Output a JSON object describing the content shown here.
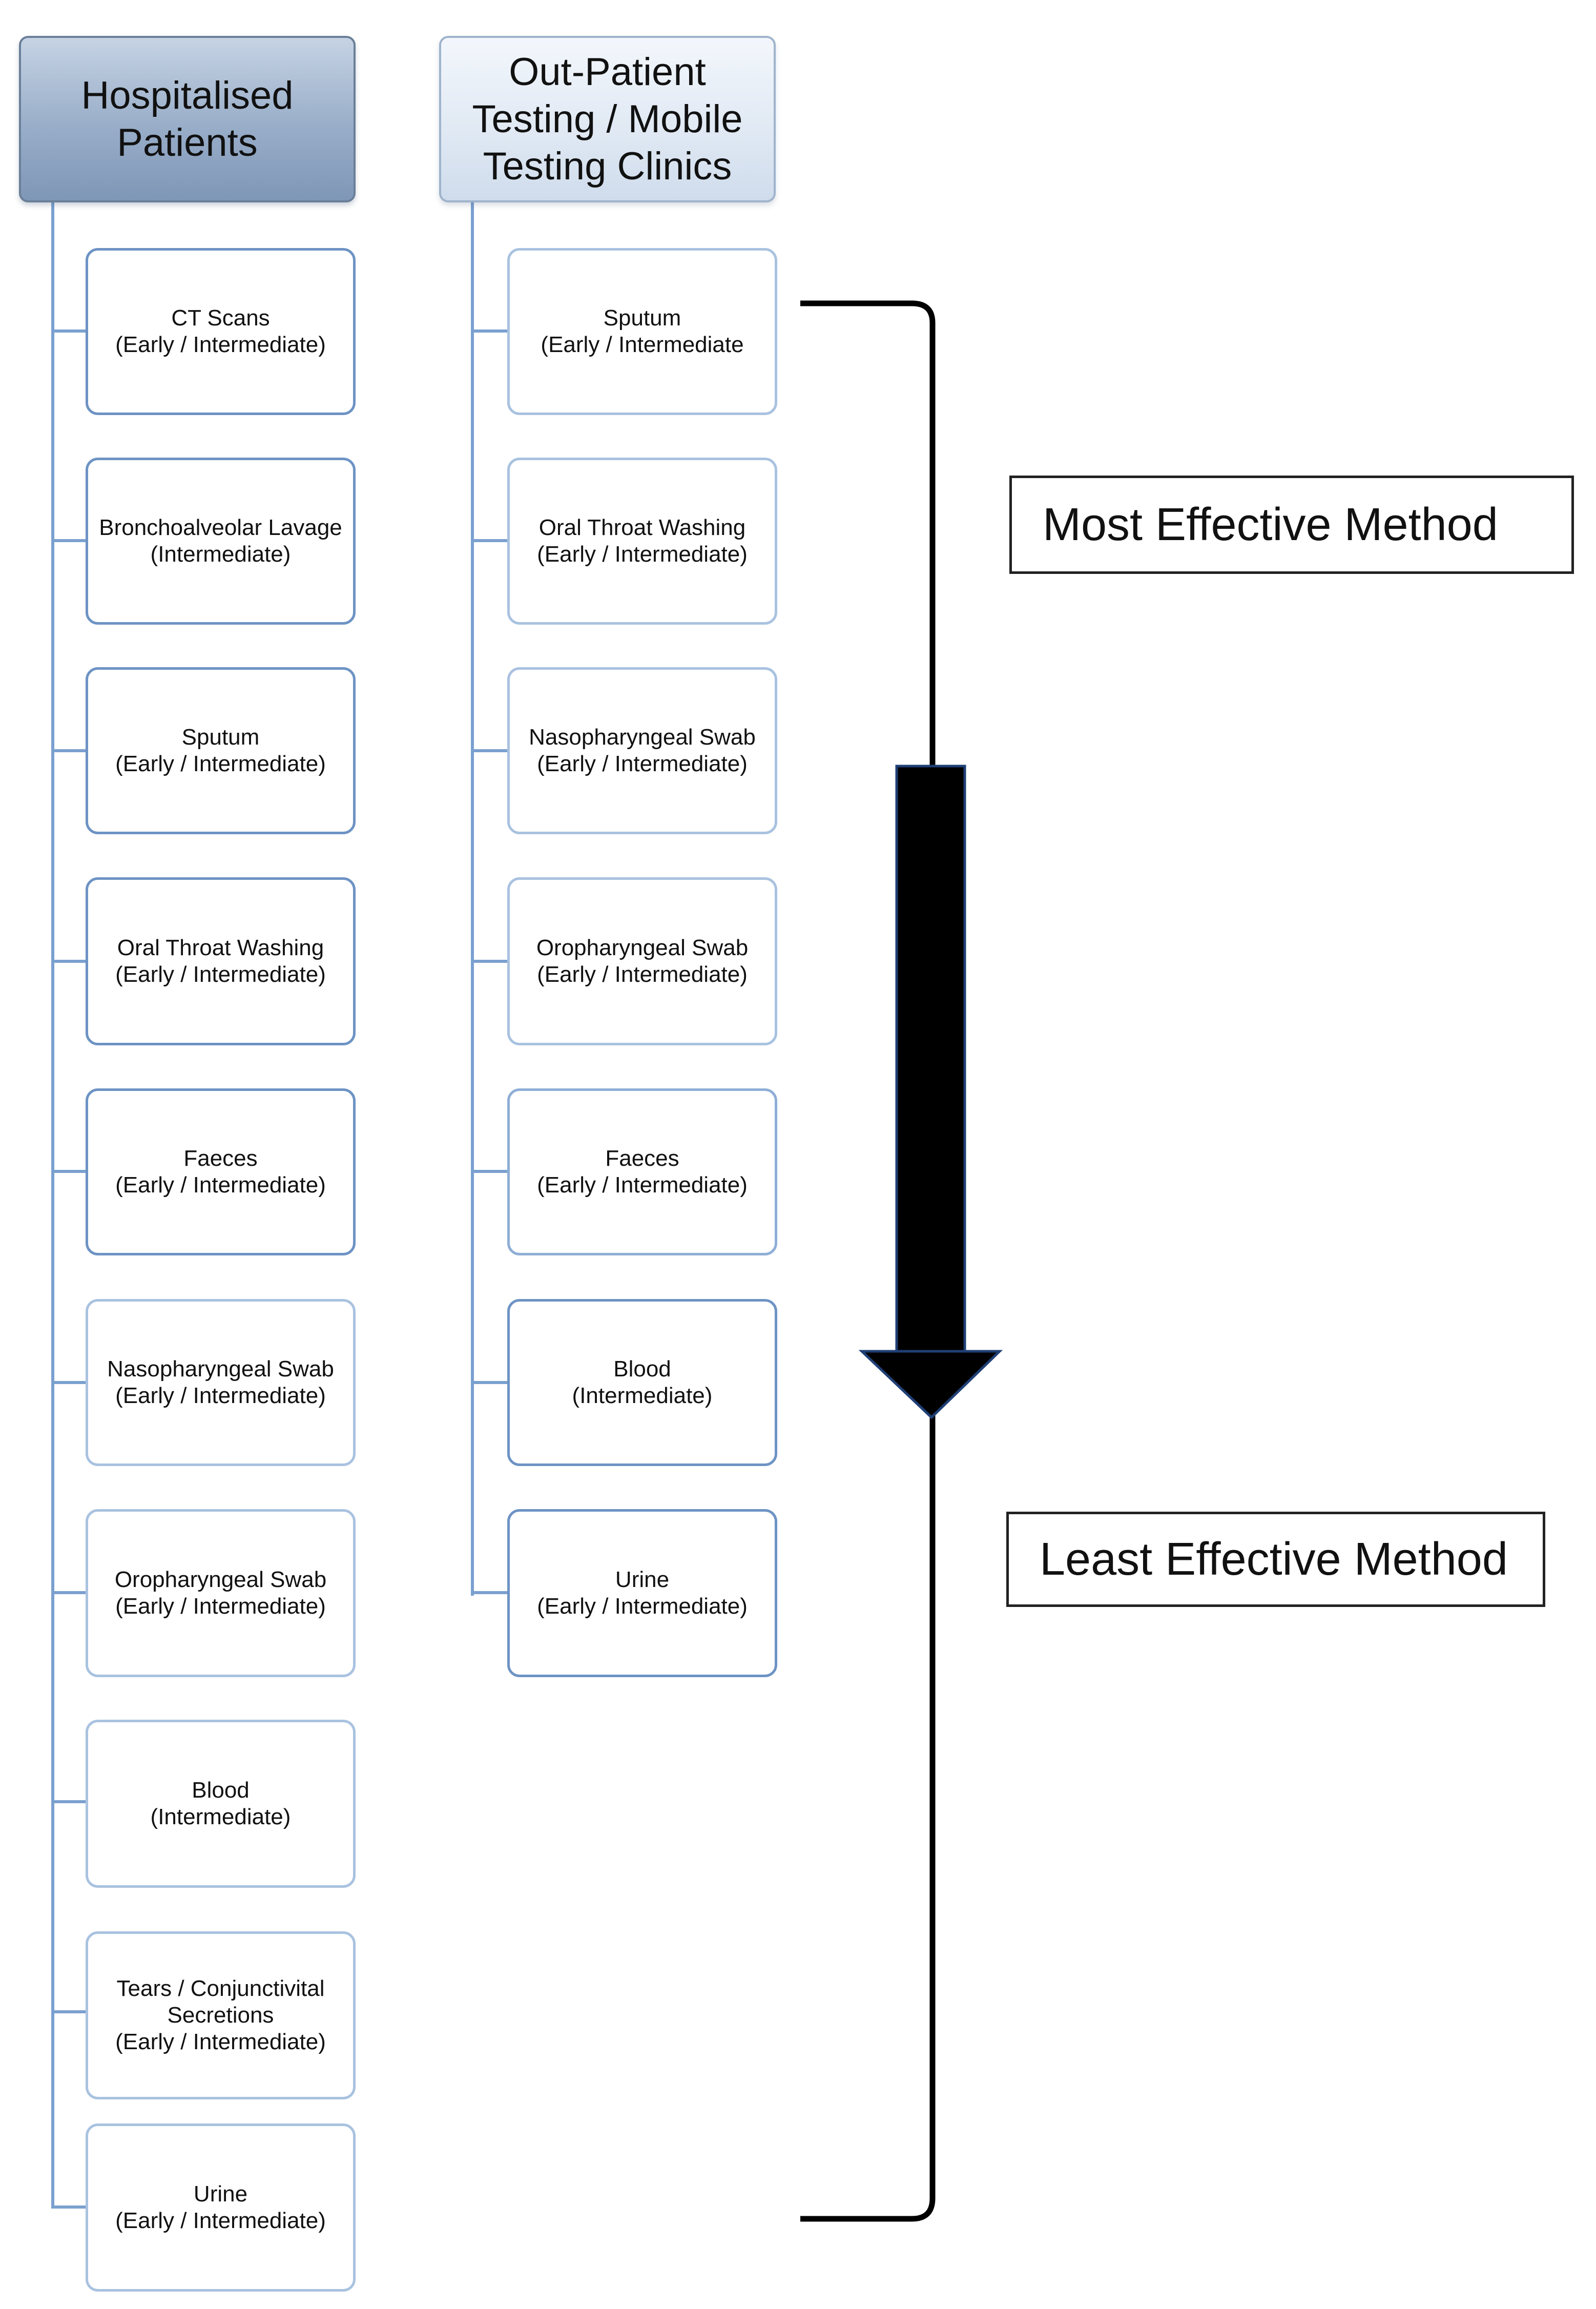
{
  "hospitalised": {
    "title": "Hospitalised\nPatients",
    "items": [
      {
        "label": "CT Scans\n(Early / Intermediate)"
      },
      {
        "label": "Bronchoalveolar Lavage\n(Intermediate)"
      },
      {
        "label": "Sputum\n(Early / Intermediate)"
      },
      {
        "label": "Oral Throat Washing\n(Early / Intermediate)"
      },
      {
        "label": "Faeces\n(Early / Intermediate)"
      },
      {
        "label": "Nasopharyngeal Swab\n(Early / Intermediate)"
      },
      {
        "label": "Oropharyngeal Swab\n(Early / Intermediate)"
      },
      {
        "label": "Blood\n(Intermediate)"
      },
      {
        "label": "Tears / Conjunctivital\nSecretions\n(Early / Intermediate)"
      },
      {
        "label": "Urine\n(Early / Intermediate)"
      }
    ]
  },
  "outpatient": {
    "title": "Out-Patient\nTesting / Mobile\nTesting Clinics",
    "items": [
      {
        "label": "Sputum\n(Early / Intermediate"
      },
      {
        "label": "Oral Throat Washing\n(Early / Intermediate)"
      },
      {
        "label": "Nasopharyngeal Swab\n(Early / Intermediate)"
      },
      {
        "label": "Oropharyngeal Swab\n(Early / Intermediate)"
      },
      {
        "label": "Faeces\n(Early / Intermediate)"
      },
      {
        "label": "Blood\n(Intermediate)"
      },
      {
        "label": "Urine\n(Early / Intermediate)"
      }
    ]
  },
  "scale": {
    "top_label": "Most Effective Method",
    "bottom_label": "Least Effective Method"
  },
  "colors": {
    "connector": "#7aa0cf",
    "box_border_strong": "#6d93c4",
    "box_border_light": "#a9c2e0",
    "arrow": "#000000"
  }
}
